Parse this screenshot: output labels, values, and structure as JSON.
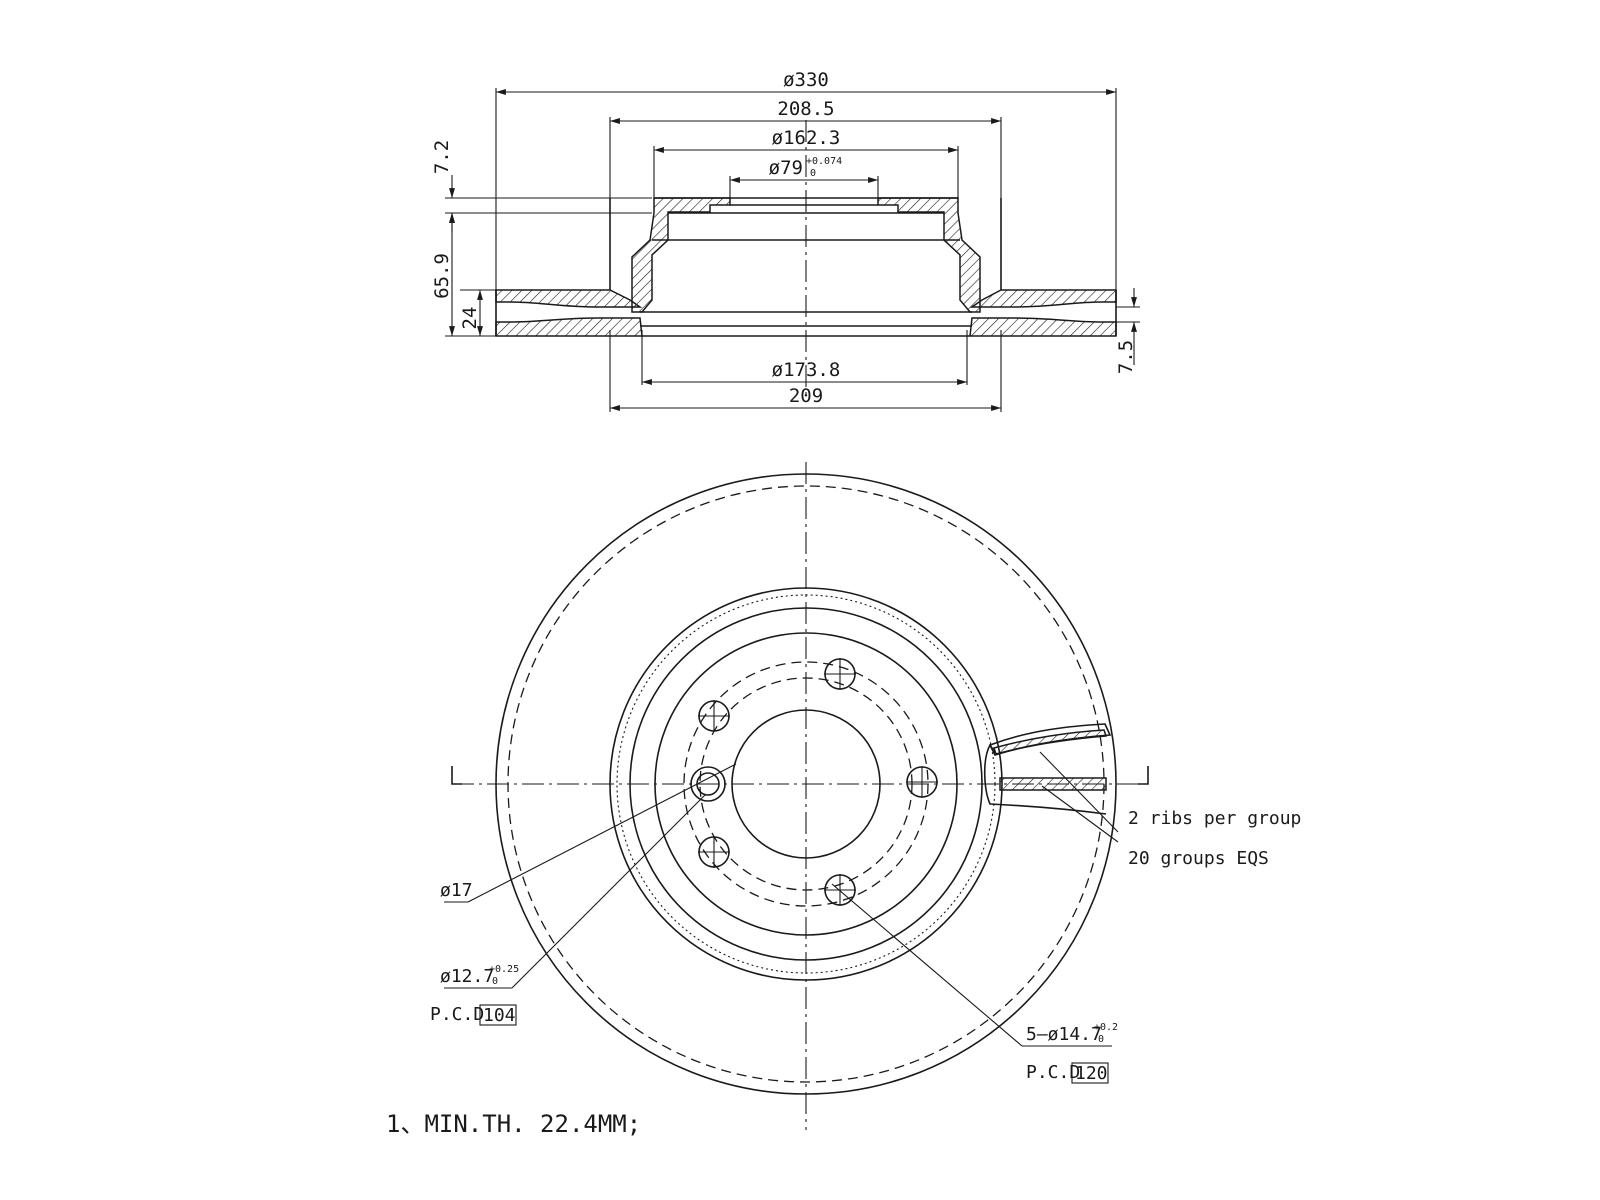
{
  "section_view": {
    "dim_outer_diameter": "ø330",
    "dim_hat_outer_top": "208.5",
    "dim_hat_inner": "ø162.3",
    "dim_center_bore": "ø79",
    "dim_center_bore_tol_upper": "+0.074",
    "dim_center_bore_tol_lower": "0",
    "dim_left_top": "7.2",
    "dim_overall_height": "65.9",
    "dim_disc_thickness": "24",
    "dim_right_small": "7.5",
    "dim_inner_bottom": "ø173.8",
    "dim_hat_outer_bottom": "209"
  },
  "plan_view": {
    "label_ribs": "2 ribs per group",
    "label_groups": "20 groups EQS",
    "label_stud_hole": "ø17",
    "label_small_hole": "ø12.7",
    "label_small_hole_tol_upper": "+0.25",
    "label_small_hole_tol_lower": "0",
    "label_pcd_prefix_1": "P.C.D",
    "label_pcd_value_1": "104",
    "label_bolt_holes": "5–ø14.7",
    "label_bolt_holes_tol_upper": "+0.2",
    "label_bolt_holes_tol_lower": "0",
    "label_pcd_prefix_2": "P.C.D",
    "label_pcd_value_2": "120"
  },
  "note": "1、MIN.TH. 22.4MM;"
}
